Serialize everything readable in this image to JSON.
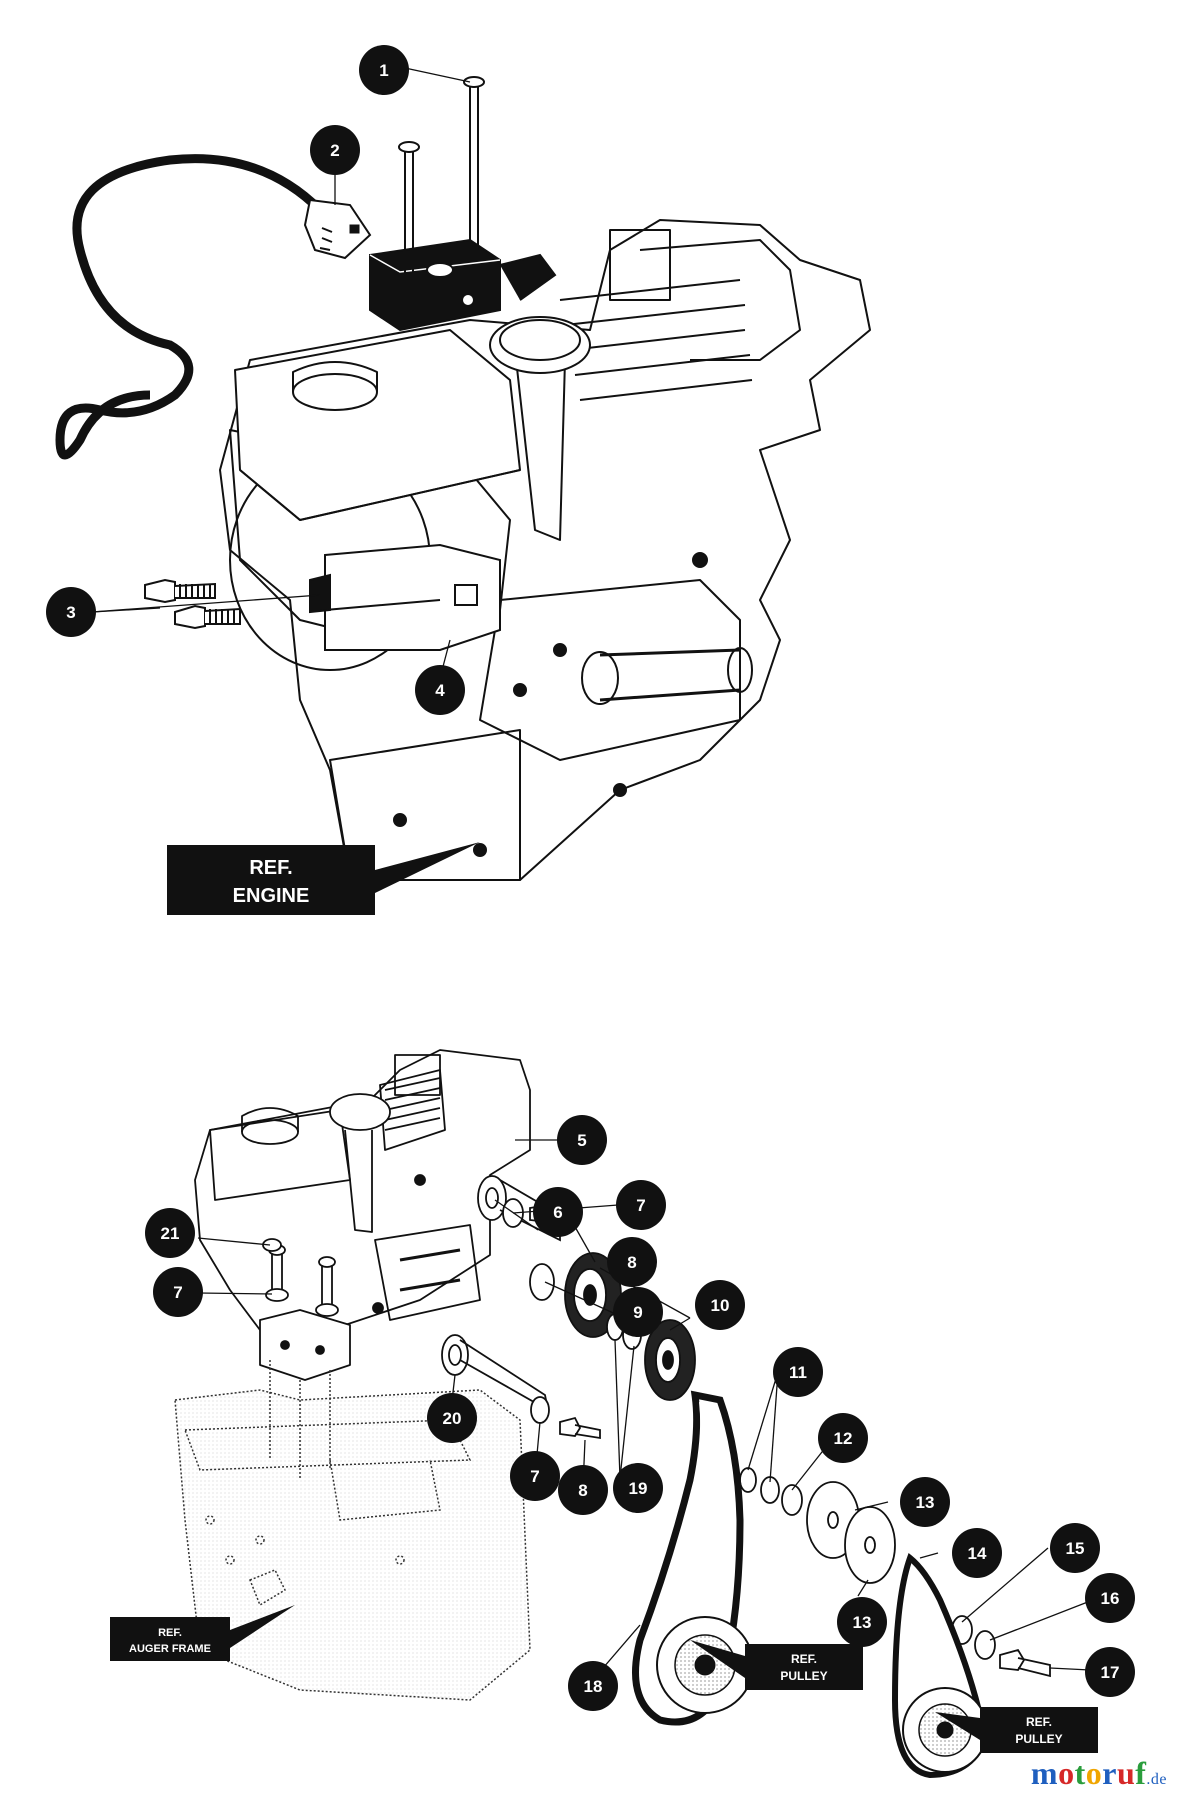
{
  "callouts": [
    "1",
    "2",
    "3",
    "4",
    "5",
    "6",
    "7",
    "8",
    "9",
    "10",
    "11",
    "12",
    "13",
    "14",
    "15",
    "16",
    "17",
    "18",
    "19",
    "20",
    "21"
  ],
  "ref_labels": {
    "engine": [
      "REF.",
      "ENGINE"
    ],
    "auger_frame": [
      "REF.",
      "AUGER FRAME"
    ],
    "pulley": [
      "REF.",
      "PULLEY"
    ]
  },
  "brand": {
    "name": "motoruf",
    "suffix": ".de",
    "letter_colors": [
      "#1f5fbf",
      "#d62828",
      "#2a9d3c",
      "#f0a500",
      "#1f5fbf",
      "#d62828",
      "#2a9d3c"
    ]
  },
  "colors": {
    "ink": "#111111",
    "paper": "#ffffff"
  }
}
